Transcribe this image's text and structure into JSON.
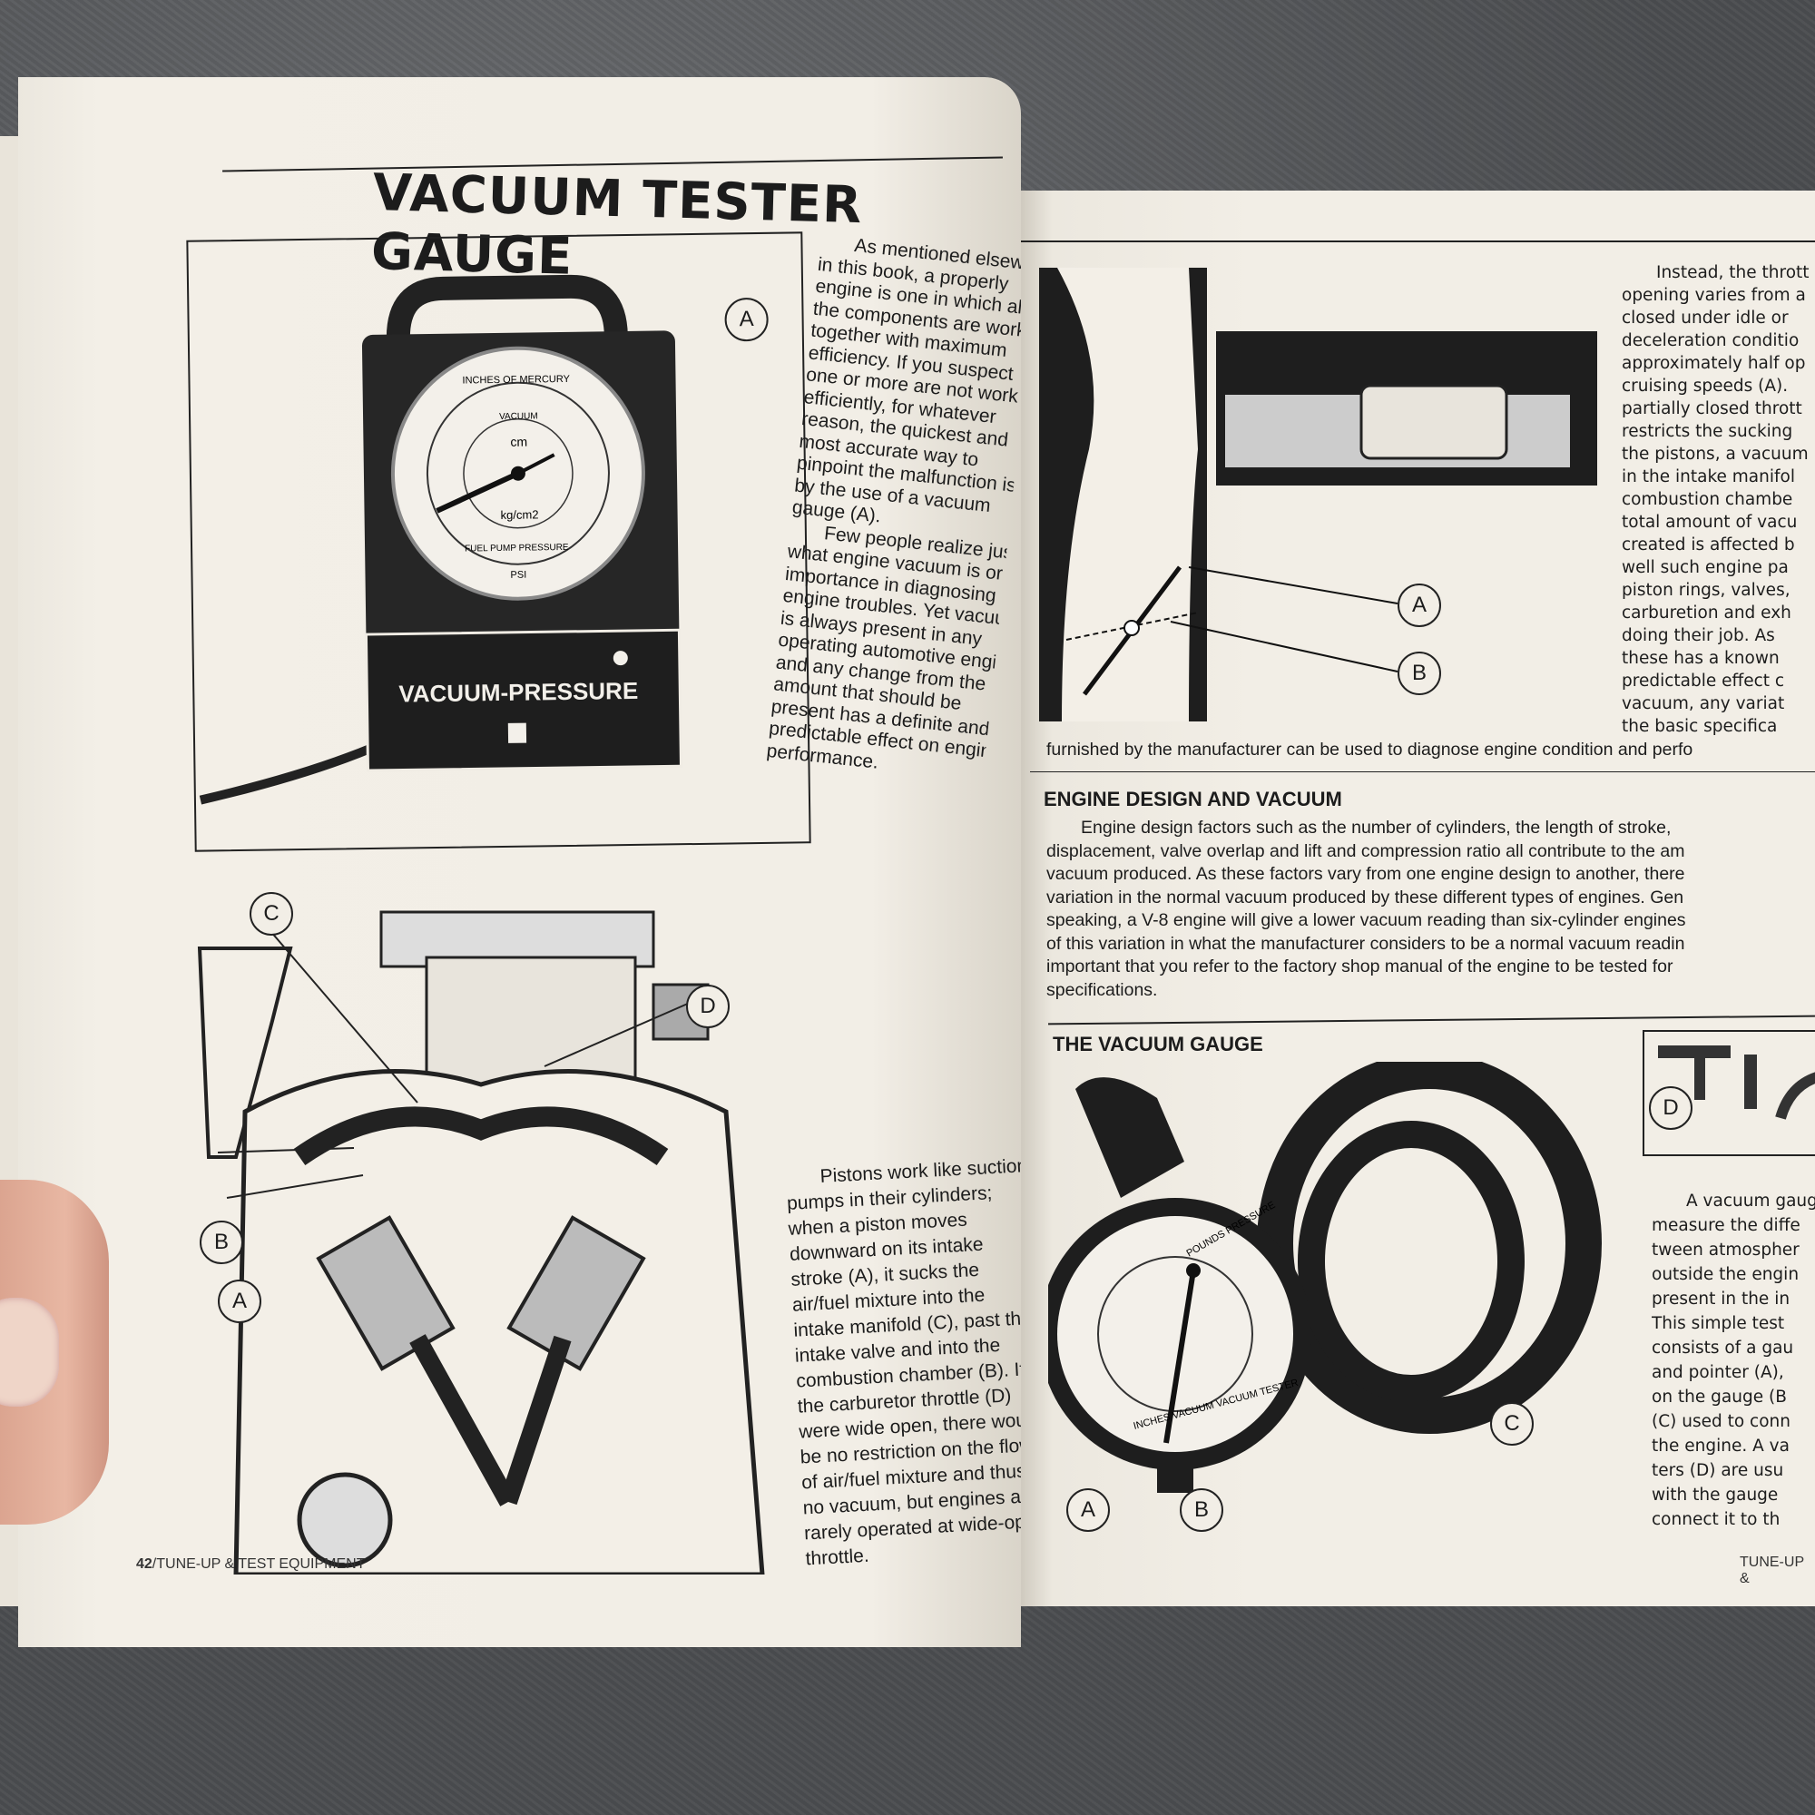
{
  "left_page": {
    "title": "VACUUM TESTER GAUGE",
    "figure_gauge": {
      "panel_label": "VACUUM-PRESSURE",
      "dial_top": "INCHES OF MERCURY",
      "dial_vacuum": "VACUUM",
      "dial_cm": "cm",
      "dial_kg": "kg/cm2",
      "dial_fuel": "FUEL PUMP PRESSURE",
      "dial_psi": "PSI",
      "callout": "A"
    },
    "intro_lines": [
      "As mentioned elsew",
      "in this book, a properly",
      "engine is one in which al",
      "the components are work",
      "together with maximum",
      "efficiency. If you suspect",
      "one or more are not work",
      "efficiently, for whatever",
      "reason, the quickest and",
      "most accurate way to",
      "pinpoint the malfunction is",
      "by the use of a vacuum",
      "gauge (A).",
      "Few people realize just",
      "what engine vacuum is or",
      "importance in diagnosing",
      "engine troubles. Yet vacuum",
      "is always present in any",
      "operating automotive engine",
      "and any change from the",
      "amount that should be",
      "present has a definite and",
      "predictable effect on engine",
      "performance."
    ],
    "engine_callouts": [
      "C",
      "D",
      "B",
      "A"
    ],
    "pistons_lines": [
      "Pistons work like suction",
      "pumps in their cylinders;",
      "when a piston moves",
      "downward on its intake",
      "stroke (A), it sucks the",
      "air/fuel mixture into the",
      "intake manifold (C), past the",
      "intake valve and into the",
      "combustion chamber (B). If",
      "the carburetor throttle (D)",
      "were wide open, there would",
      "be no restriction on the flow",
      "of air/fuel mixture and thus",
      "no vacuum, but engines are",
      "rarely operated at wide-open",
      "throttle."
    ],
    "footer_page": "42",
    "footer_text": "/TUNE-UP & TEST EQUIPMENT"
  },
  "right_page": {
    "carb_callouts": [
      "A",
      "B"
    ],
    "throttle_lines": [
      "Instead, the thrott",
      "opening varies from a",
      "closed under idle or",
      "deceleration conditio",
      "approximately half op",
      "cruising speeds (A).",
      "partially closed thrott",
      "restricts the sucking",
      "the pistons, a vacuum",
      "in the intake manifol",
      "combustion chambe",
      "total amount of vacu",
      "created is affected b",
      "well such engine pa",
      "piston rings, valves,",
      "carburetion and exh",
      "doing their job. As",
      "these has a known",
      "predictable effect c",
      "vacuum, any variat",
      "the basic specifica"
    ],
    "furnished_line": "furnished by the manufacturer can be used to diagnose engine condition and perfo",
    "engine_design": {
      "heading": "ENGINE DESIGN AND VACUUM",
      "lines": [
        "Engine design factors such as the number of cylinders, the length of stroke,",
        "displacement, valve overlap and lift and compression ratio all contribute to the am",
        "vacuum produced. As these factors vary from one engine design to another, there",
        "variation in the normal vacuum produced by these different types of engines. Gen",
        "speaking, a V-8 engine will give a lower vacuum reading than six-cylinder engines",
        "of this variation in what the manufacturer considers to be a normal vacuum readin",
        "important that you refer to the factory shop manual of the engine to be tested for",
        "specifications."
      ]
    },
    "vacuum_gauge": {
      "heading": "THE VACUUM GAUGE",
      "dial_label": "INCHES VACUUM   VACUUM TESTER",
      "dial_pressure": "POUNDS PRESSURE",
      "callouts": [
        "A",
        "B",
        "C",
        "D"
      ],
      "lines": [
        "A vacuum gaug",
        "measure the diffe",
        "tween atmospher",
        "outside the engin",
        "present in the in",
        "This simple test",
        "consists of a gau",
        "and pointer (A),",
        "on the gauge (B",
        "(C) used to conn",
        "the engine. A va",
        "ters (D) are usu",
        "with the gauge",
        "connect it to th"
      ]
    },
    "footer_text": "TUNE-UP &"
  }
}
